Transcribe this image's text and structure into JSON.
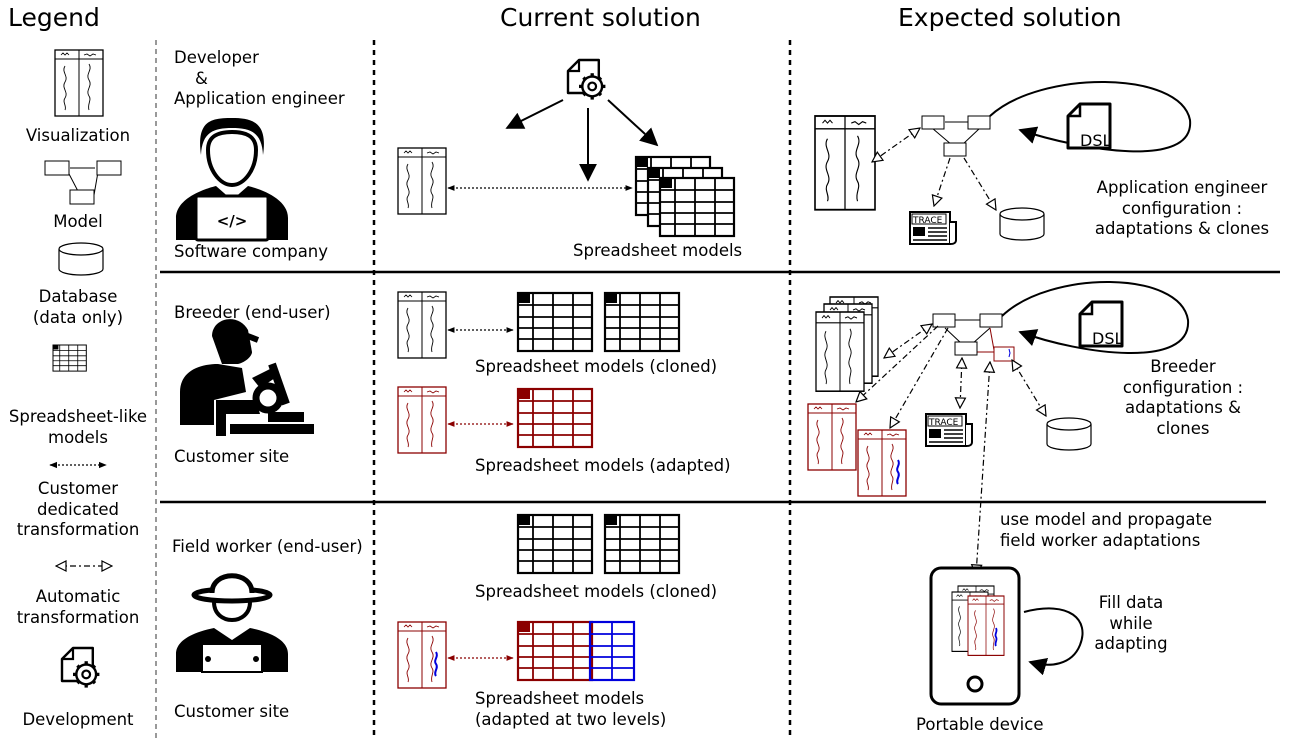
{
  "headers": {
    "legend": "Legend",
    "current": "Current solution",
    "expected": "Expected solution"
  },
  "legend": {
    "visualization": "Visualization",
    "model": "Model",
    "database": "Database\n(data only)",
    "spreadsheet": "Spreadsheet-like\nmodels",
    "customer_transform": "Customer\ndedicated\ntransformation",
    "auto_transform": "Automatic\ntransformation",
    "development": "Development"
  },
  "rows": [
    {
      "actor": "Developer\n    &\nApplication engineer",
      "site": "Software company",
      "current_labels": [
        "Spreadsheet models"
      ],
      "expected_config": "Application engineer\nconfiguration :\nadaptations & clones"
    },
    {
      "actor": "Breeder (end-user)",
      "site": "Customer site",
      "current_labels": [
        "Spreadsheet models (cloned)",
        "Spreadsheet models (adapted)"
      ],
      "expected_config": "Breeder\nconfiguration :\nadaptations & clones"
    },
    {
      "actor": "Field worker (end-user)",
      "site": "Customer site",
      "current_labels": [
        "Spreadsheet models (cloned)",
        "Spreadsheet models\n(adapted at two levels)"
      ],
      "expected_note": "use model and propagate\nfield worker adaptations",
      "device_label": "Portable device",
      "device_note": "Fill data\nwhile\nadapting"
    }
  ],
  "badges": {
    "dsl": "DSL",
    "trace": "TRACE"
  },
  "colors": {
    "adapted": "#8b0000",
    "second_level": "#0000dd",
    "separator": "#999999"
  }
}
